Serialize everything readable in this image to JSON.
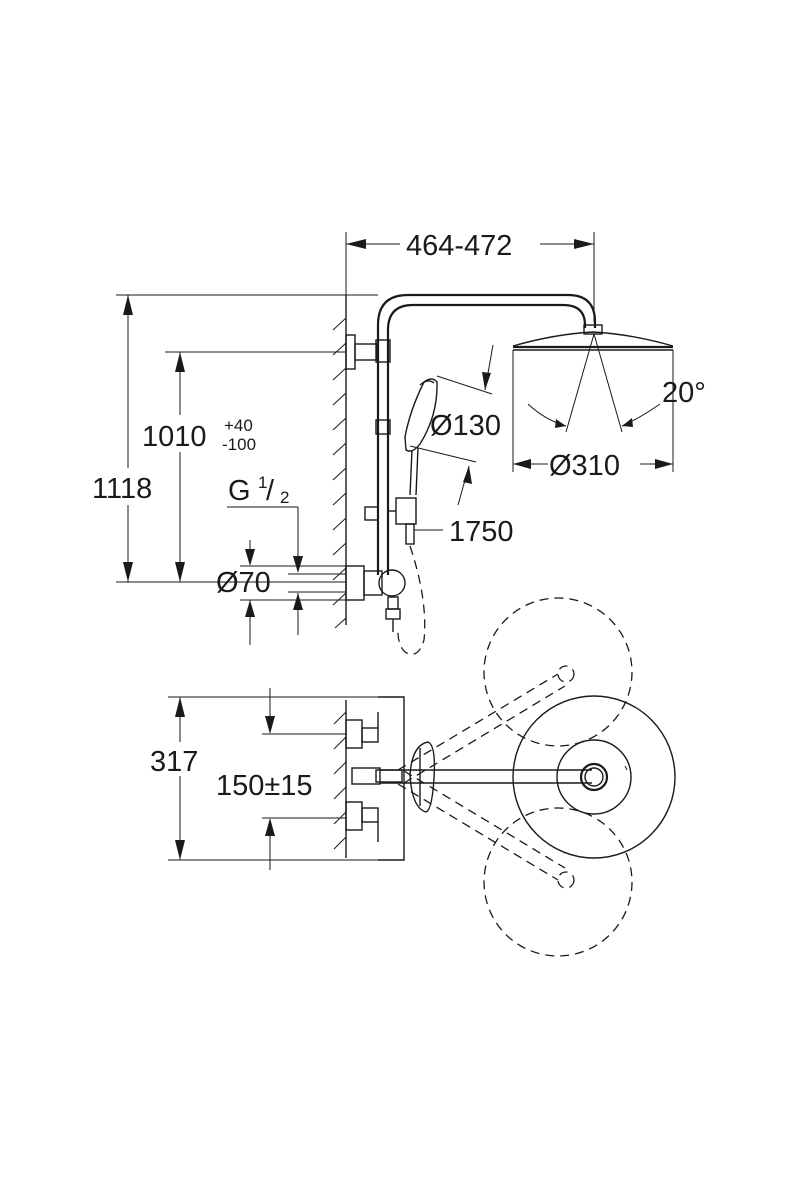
{
  "diagram": {
    "dimensions": {
      "arm_reach": "464-472",
      "overall_height": "1118",
      "outlet_height": "1010",
      "outlet_height_tol_plus": "+40",
      "outlet_height_tol_minus": "-100",
      "thread_prefix": "G",
      "thread_numerator": "1",
      "thread_slash": "/",
      "thread_denominator": "2",
      "flange_diameter": "Ø70",
      "hand_shower_diameter": "Ø130",
      "hose_length": "1750",
      "head_shower_diameter": "Ø310",
      "tilt_angle": "20°",
      "depth": "317",
      "inlet_spacing": "150±15"
    }
  }
}
